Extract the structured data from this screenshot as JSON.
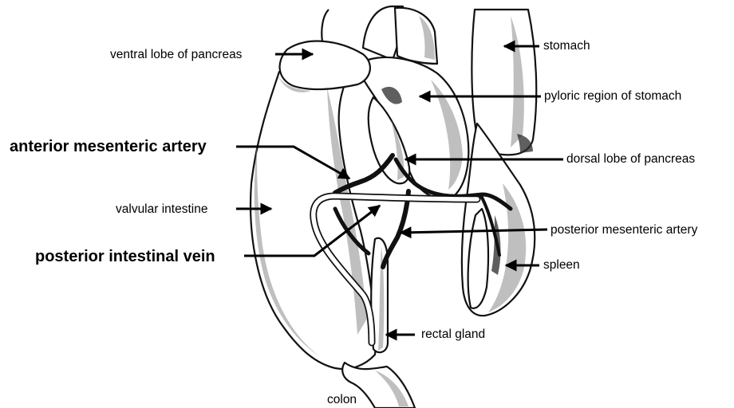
{
  "labels": {
    "stomach": "stomach",
    "ventral_lobe_of_pancreas": "ventral lobe of pancreas",
    "pyloric_region_of_stomach": "pyloric region of stomach",
    "anterior_mesenteric_artery": "anterior mesenteric artery",
    "dorsal_lobe_of_pancreas": "dorsal lobe of pancreas",
    "valvular_intestine": "valvular intestine",
    "posterior_mesenteric_artery": "posterior mesenteric artery",
    "posterior_intestinal_vein": "posterior intestinal vein",
    "spleen": "spleen",
    "rectal_gland": "rectal gland",
    "colon": "colon"
  }
}
